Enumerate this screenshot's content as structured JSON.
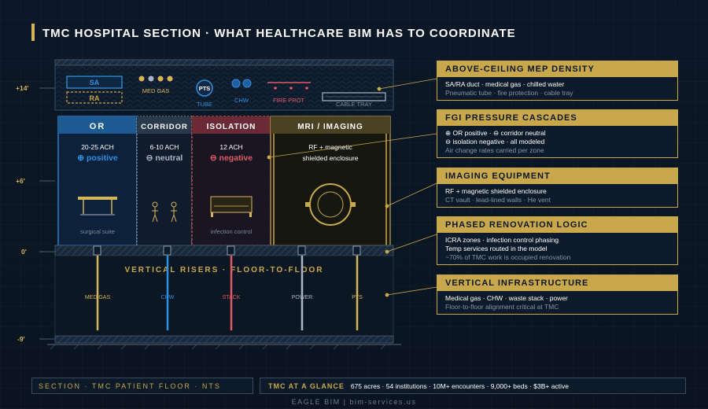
{
  "title": "TMC HOSPITAL SECTION · WHAT HEALTHCARE BIM HAS TO COORDINATE",
  "elevations": [
    "+14'",
    "+6'",
    "0'",
    "-9'"
  ],
  "ceiling": {
    "sa": "SA",
    "ra": "RA",
    "med_gas": "MED GAS",
    "pts_badge": "PTS",
    "tube": "TUBE",
    "chw": "CHW",
    "fire_prot": "FIRE PROT",
    "cable_tray": "CABLE TRAY"
  },
  "rooms": [
    {
      "name": "OR",
      "ach": "20-25 ACH",
      "pressure": "⊕ positive",
      "caption": "surgical suite"
    },
    {
      "name": "CORRIDOR",
      "ach": "6-10 ACH",
      "pressure": "⊖ neutral",
      "caption": ""
    },
    {
      "name": "ISOLATION",
      "ach": "12 ACH",
      "pressure": "⊖ negative",
      "caption": "infection control"
    },
    {
      "name": "MRI / IMAGING",
      "line1": "RF + magnetic",
      "line2": "shielded enclosure"
    }
  ],
  "risers": {
    "title": "VERTICAL RISERS · FLOOR-TO-FLOOR",
    "labels": [
      "MED GAS",
      "CHW",
      "STACK",
      "POWER",
      "PTS"
    ]
  },
  "cards": [
    {
      "title": "ABOVE-CEILING MEP DENSITY",
      "lines": [
        "SA/RA duct · medical gas · chilled water"
      ],
      "sub": "Pneumatic tube · fire protection · cable tray"
    },
    {
      "title": "FGI PRESSURE CASCADES",
      "lines": [
        "⊕ OR positive · ⊖ corridor neutral",
        "⊖ isolation negative · all modeled"
      ],
      "sub": "Air change rates carried per zone"
    },
    {
      "title": "IMAGING EQUIPMENT",
      "lines": [
        "RF + magnetic shielded enclosure"
      ],
      "sub": "CT vault · lead-lined walls · He vent"
    },
    {
      "title": "PHASED RENOVATION LOGIC",
      "lines": [
        "ICRA zones · infection control phasing",
        "Temp services routed in the model"
      ],
      "sub": "~70% of TMC work is occupied renovation"
    },
    {
      "title": "VERTICAL INFRASTRUCTURE",
      "lines": [
        "Medical gas · CHW · waste stack · power"
      ],
      "sub": "Floor-to-floor alignment critical at TMC"
    }
  ],
  "bottom": {
    "section_label": "SECTION · TMC PATIENT FLOOR · NTS",
    "glance_label": "TMC AT A GLANCE",
    "glance_text": "675 acres · 54 institutions · 10M+ encounters · 9,000+ beds · $3B+ active"
  },
  "footer": "EAGLE BIM | bim-services.us",
  "colors": {
    "gold": "#c9a84c",
    "or_blue": "#2f8fe0",
    "isolation_red": "#e05a66",
    "neutral_gray": "#aab6c3",
    "background": "#0b1624"
  }
}
